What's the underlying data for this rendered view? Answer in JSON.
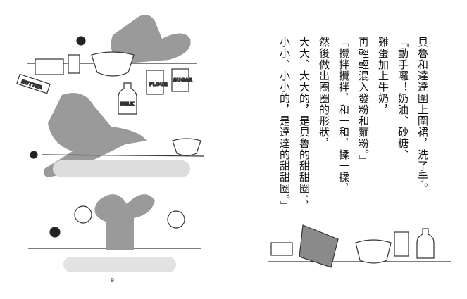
{
  "story": {
    "lines": [
      "貝魯和達達圍上圍裙，洗了手。",
      "「動手囉！奶油、砂糖、",
      "雞蛋加上牛奶，",
      "再輕輕混入發粉和麵粉。」",
      "「攪拌攪拌，和一和，揉一揉，",
      "然後做出圈圈的形狀，",
      "大大、大大的，是貝魯的甜甜圈；",
      "小小、小小的，是達達的甜甜圈。」"
    ]
  },
  "illustration": {
    "butter_label": "BUTTER",
    "milk_label": "MILK",
    "flour_label": "FLOUR",
    "sugar_label": "SUGAR"
  },
  "page_number": "9"
}
